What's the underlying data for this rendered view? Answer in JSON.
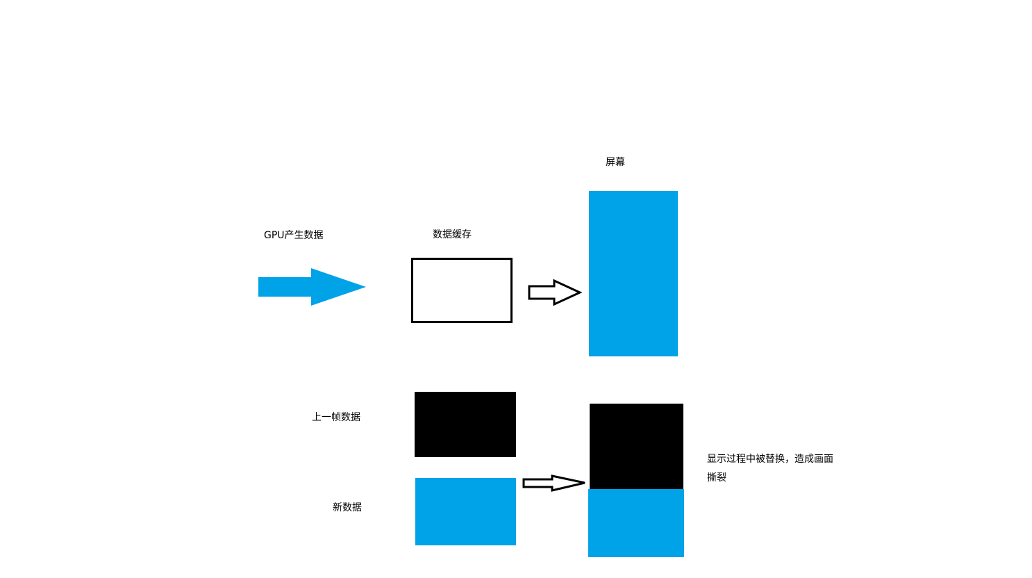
{
  "labels": {
    "gpu_produce": "GPU产生数据",
    "data_buffer": "数据缓存",
    "screen": "屏幕",
    "previous_frame": "上一帧数据",
    "new_data": "新数据",
    "tearing_note": "显示过程中被替换，造成画面撕裂"
  },
  "colors": {
    "accent_blue": "#00a2e8",
    "black": "#000000",
    "white": "#ffffff"
  }
}
